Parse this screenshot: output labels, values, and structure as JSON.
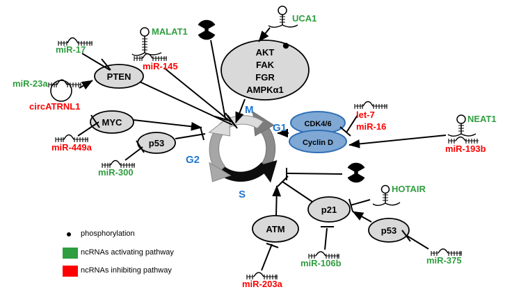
{
  "figure": {
    "title": "ncRNA regulation of the cell cycle",
    "background": "#ffffff"
  },
  "colors": {
    "activating": "#2e9e3e",
    "inhibiting": "#ff0000",
    "phase_label": "#1f77d0",
    "protein_fill": "#d9d9d9",
    "protein_stroke": "#000000",
    "cyclin_fill": "#7fa8d4",
    "cyclin_stroke": "#2f6fb5",
    "cycle_gray": "#a6a6a6",
    "cycle_light": "#d9d9d9",
    "cycle_dark": "#7f7f7f",
    "cycle_black": "#000000"
  },
  "cell_cycle": {
    "name": "cell-cycle-wheel",
    "phases": [
      {
        "label": "M",
        "color": "#1f77d0"
      },
      {
        "label": "G1",
        "color": "#1f77d0"
      },
      {
        "label": "S",
        "color": "#1f77d0"
      },
      {
        "label": "G2",
        "color": "#1f77d0"
      }
    ]
  },
  "proteins": [
    {
      "id": "pten",
      "label": "PTEN",
      "shape": "ellipse",
      "fill": "#d9d9d9"
    },
    {
      "id": "myc",
      "label": "MYC",
      "shape": "ellipse",
      "fill": "#d9d9d9"
    },
    {
      "id": "p53a",
      "label": "p53",
      "shape": "ellipse",
      "fill": "#d9d9d9"
    },
    {
      "id": "kinases",
      "label": "AKT\nFAK\nFGR\nAMPKα1",
      "shape": "ellipse",
      "fill": "#d9d9d9",
      "lines": [
        "AKT",
        "FAK",
        "FGR",
        "AMPKα1"
      ],
      "phosphorylated": true
    },
    {
      "id": "cdk46",
      "label": "CDK4/6",
      "shape": "ellipse",
      "fill": "#7fa8d4"
    },
    {
      "id": "cyclind",
      "label": "Cyclin D",
      "shape": "ellipse",
      "fill": "#7fa8d4"
    },
    {
      "id": "atm",
      "label": "ATM",
      "shape": "ellipse",
      "fill": "#d9d9d9"
    },
    {
      "id": "p21",
      "label": "p21",
      "shape": "ellipse",
      "fill": "#d9d9d9"
    },
    {
      "id": "p53b",
      "label": "p53",
      "shape": "ellipse",
      "fill": "#d9d9d9"
    }
  ],
  "ncrnas": [
    {
      "id": "mir17",
      "label": "miR-17",
      "type": "mirna",
      "effect": "activating",
      "color": "#2e9e3e"
    },
    {
      "id": "mir23a",
      "label": "miR-23a",
      "type": "mirna",
      "effect": "activating",
      "color": "#2e9e3e"
    },
    {
      "id": "circatrnl1",
      "label": "circATRNL1",
      "type": "circrna",
      "effect": "inhibiting",
      "color": "#ff0000"
    },
    {
      "id": "malat1",
      "label": "MALAT1",
      "type": "lncrna",
      "effect": "activating",
      "color": "#2e9e3e"
    },
    {
      "id": "mir145",
      "label": "miR-145",
      "type": "mirna",
      "effect": "inhibiting",
      "color": "#ff0000"
    },
    {
      "id": "uca1",
      "label": "UCA1",
      "type": "lncrna",
      "effect": "activating",
      "color": "#2e9e3e"
    },
    {
      "id": "mir449a",
      "label": "miR-449a",
      "type": "mirna",
      "effect": "inhibiting",
      "color": "#ff0000"
    },
    {
      "id": "mir300",
      "label": "miR-300",
      "type": "mirna",
      "effect": "activating",
      "color": "#2e9e3e"
    },
    {
      "id": "let7",
      "label": "let-7",
      "type": "mirna",
      "effect": "inhibiting",
      "color": "#ff0000"
    },
    {
      "id": "mir16",
      "label": "miR-16",
      "type": "mirna",
      "effect": "inhibiting",
      "color": "#ff0000"
    },
    {
      "id": "neat1",
      "label": "NEAT1",
      "type": "lncrna",
      "effect": "activating",
      "color": "#2e9e3e"
    },
    {
      "id": "mir193b",
      "label": "miR-193b",
      "type": "mirna",
      "effect": "inhibiting",
      "color": "#ff0000"
    },
    {
      "id": "hotair",
      "label": "HOTAIR",
      "type": "lncrna",
      "effect": "activating",
      "color": "#2e9e3e"
    },
    {
      "id": "mir106b",
      "label": "miR-106b",
      "type": "mirna",
      "effect": "activating",
      "color": "#2e9e3e"
    },
    {
      "id": "mir375",
      "label": "miR-375",
      "type": "mirna",
      "effect": "activating",
      "color": "#2e9e3e"
    },
    {
      "id": "mir203a",
      "label": "miR-203a",
      "type": "mirna",
      "effect": "inhibiting",
      "color": "#ff0000"
    }
  ],
  "stimuli": [
    {
      "id": "radiation-top",
      "label": "radiation",
      "symbol": "radiation-trefoil"
    },
    {
      "id": "radiation-bottom",
      "label": "radiation",
      "symbol": "radiation-trefoil"
    }
  ],
  "legend": {
    "items": [
      {
        "marker": "dot",
        "color": "#000000",
        "label": "phosphorylation"
      },
      {
        "marker": "square-green",
        "color": "#2e9e3e",
        "label": "ncRNAs activating  pathway"
      },
      {
        "marker": "square-red",
        "color": "#ff0000",
        "label": "ncRNAs inhibiting pathway"
      }
    ]
  },
  "phase_labels": {
    "m": "M",
    "g1": "G1",
    "s": "S",
    "g2": "G2"
  },
  "node_labels": {
    "pten": "PTEN",
    "myc": "MYC",
    "p53_top": "p53",
    "akt": "AKT",
    "fak": "FAK",
    "fgr": "FGR",
    "ampk": "AMPKα1",
    "cdk46": "CDK4/6",
    "cyclind": "Cyclin D",
    "atm": "ATM",
    "p21": "p21",
    "p53_bottom": "p53"
  },
  "ncrna_labels": {
    "mir17": "miR-17",
    "mir23a": "miR-23a",
    "circatrnl1": "circATRNL1",
    "malat1": "MALAT1",
    "mir145": "miR-145",
    "uca1": "UCA1",
    "mir449a": "miR-449a",
    "mir300": "miR-300",
    "let7": "let-7",
    "mir16": "miR-16",
    "neat1": "NEAT1",
    "mir193b": "miR-193b",
    "hotair": "HOTAIR",
    "mir106b": "miR-106b",
    "mir375": "miR-375",
    "mir203a": "miR-203a"
  },
  "legend_labels": {
    "phosphorylation": "phosphorylation",
    "activating": "ncRNAs activating  pathway",
    "inhibiting": "ncRNAs inhibiting pathway"
  }
}
